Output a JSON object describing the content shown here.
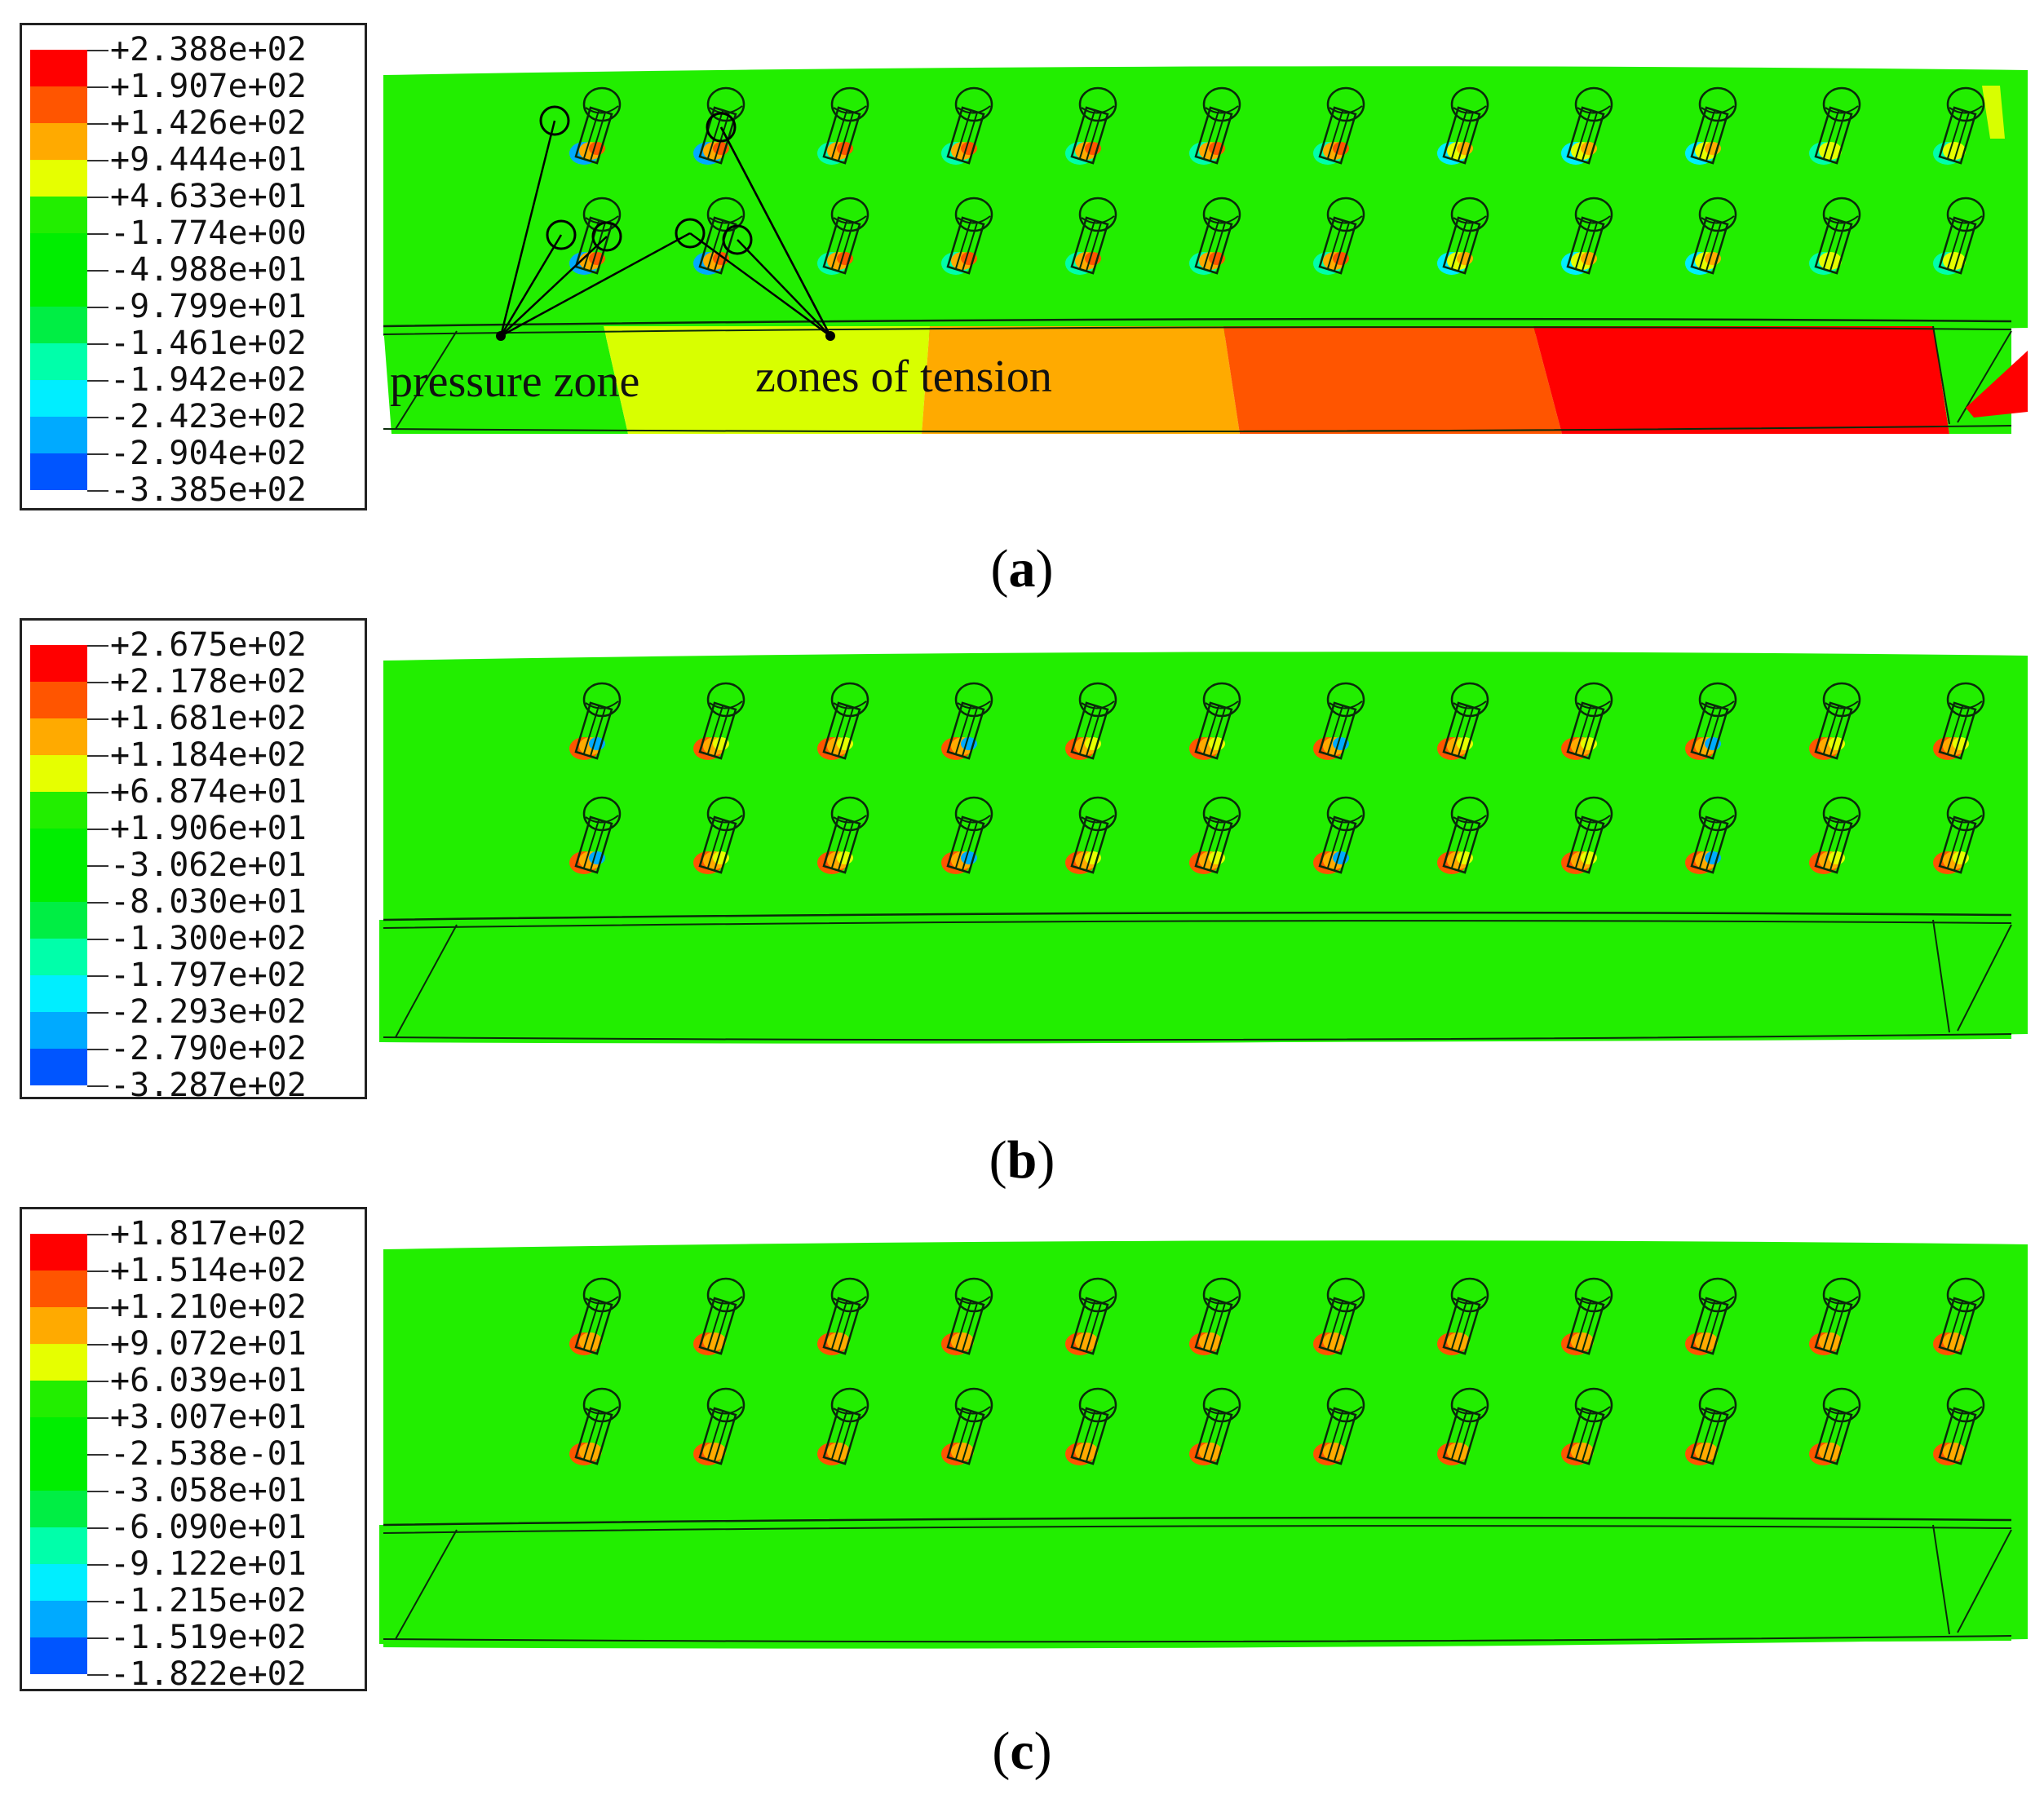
{
  "panels": [
    {
      "id": "a",
      "caption_letter": "a",
      "legend": {
        "labels": [
          "+2.388e+02",
          "+1.907e+02",
          "+1.426e+02",
          "+9.444e+01",
          "+4.633e+01",
          "-1.774e+00",
          "-4.988e+01",
          "-9.799e+01",
          "-1.461e+02",
          "-1.942e+02",
          "-2.423e+02",
          "-2.904e+02",
          "-3.385e+02"
        ]
      },
      "annotations": {
        "left": "pressure zone",
        "right": "zones of tension"
      }
    },
    {
      "id": "b",
      "caption_letter": "b",
      "legend": {
        "labels": [
          "+2.675e+02",
          "+2.178e+02",
          "+1.681e+02",
          "+1.184e+02",
          "+6.874e+01",
          "+1.906e+01",
          "-3.062e+01",
          "-8.030e+01",
          "-1.300e+02",
          "-1.797e+02",
          "-2.293e+02",
          "-2.790e+02",
          "-3.287e+02"
        ]
      }
    },
    {
      "id": "c",
      "caption_letter": "c",
      "legend": {
        "labels": [
          "+1.817e+02",
          "+1.514e+02",
          "+1.210e+02",
          "+9.072e+01",
          "+6.039e+01",
          "+3.007e+01",
          "-2.538e-01",
          "-3.058e+01",
          "-6.090e+01",
          "-9.122e+01",
          "-1.215e+02",
          "-1.519e+02",
          "-1.822e+02"
        ]
      }
    }
  ],
  "colorbar": [
    "#ff0000",
    "#ff5500",
    "#ffaa00",
    "#e6ff00",
    "#22ee00",
    "#00ee00",
    "#00ee00",
    "#00ee44",
    "#00ffaa",
    "#00eeff",
    "#00aaff",
    "#0055ff",
    "#0000ee"
  ],
  "colors": {
    "body_green": "#22ee00",
    "yellow": "#d8ff00",
    "orange": "#ffaa00",
    "dark_orange": "#ff5500",
    "red": "#ff0000",
    "outline": "#0a2a0a"
  }
}
